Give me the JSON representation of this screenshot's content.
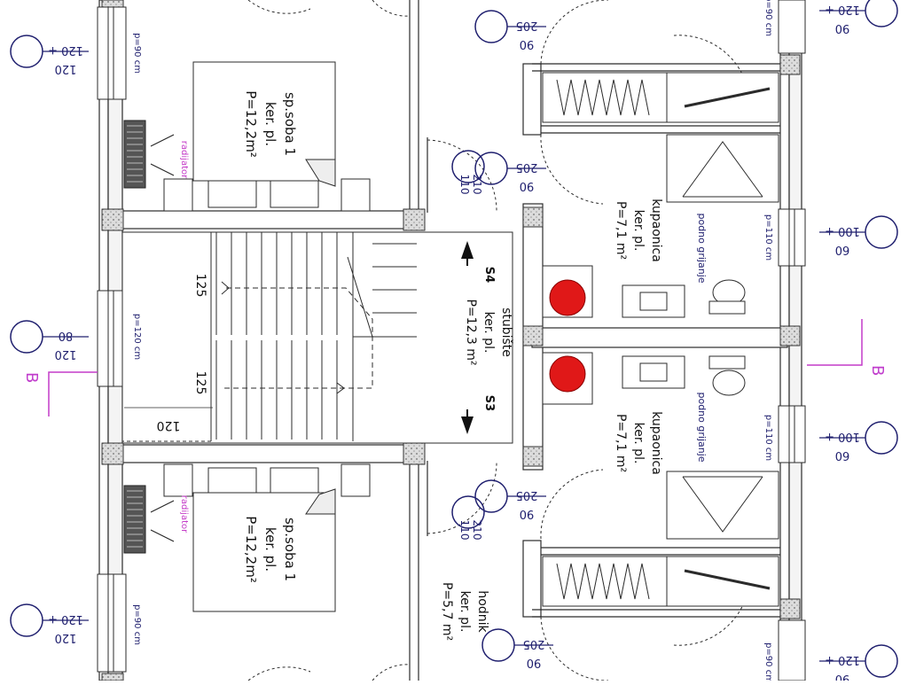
{
  "colors": {
    "line": "#2b2b2b",
    "annotation": "#20206f",
    "section": "#c43cc8",
    "fixture": "#e01818",
    "heater": "#5a5a5a"
  },
  "rooms": {
    "bedroom_top": {
      "name": "sp.soba 1",
      "finish": "ker. pl.",
      "area": "P=12,2m²"
    },
    "bedroom_bottom": {
      "name": "sp.soba 1",
      "finish": "ker. pl.",
      "area": "P=12,2m²"
    },
    "stairwell": {
      "name": "stubište",
      "finish": "ker. pl.",
      "area": "P=12,3 m²"
    },
    "bath_top": {
      "name": "kupaonica",
      "finish": "ker. pl.",
      "area": "P=7,1 m²"
    },
    "bath_bottom": {
      "name": "kupaonica",
      "finish": "ker. pl.",
      "area": "P=7,1 m²"
    },
    "hall": {
      "name": "hodnik",
      "finish": "ker. pl.",
      "area": "P=5,7 m²"
    }
  },
  "labels": {
    "floor_heating": "podno grijanje",
    "radiator": "radijator",
    "stair_top": "S4",
    "stair_bottom": "S3",
    "section": "B"
  },
  "dimensions": {
    "run_top": "125",
    "run_bottom": "125",
    "landing": "120"
  },
  "window_tags": {
    "w1": {
      "width": "120",
      "height": "120 +",
      "sill": "p=90 cm"
    },
    "w2": {
      "width": "120",
      "height": "80",
      "sill": "p=120 cm"
    },
    "w3": {
      "width": "120",
      "height": "120 +",
      "sill": "p=90 cm"
    },
    "w4": {
      "width": "90",
      "height": "120 +",
      "sill": "p=90 cm"
    },
    "w5": {
      "width": "60",
      "height": "100 +",
      "sill": "p=110 cm"
    },
    "w6": {
      "width": "60",
      "height": "100 +",
      "sill": "p=110 cm"
    },
    "w7": {
      "width": "90",
      "height": "120 +",
      "sill": "p=90 cm"
    }
  },
  "door_tags": {
    "d1": {
      "width": "90",
      "height": "205"
    },
    "d2": {
      "width": "90",
      "height": "205"
    },
    "d3": {
      "width": "90",
      "height": "205"
    },
    "d4": {
      "width": "90",
      "height": "205"
    }
  },
  "opening_tags": {
    "o1": {
      "width": "110",
      "height": "210"
    },
    "o2": {
      "width": "110",
      "height": "210"
    }
  }
}
